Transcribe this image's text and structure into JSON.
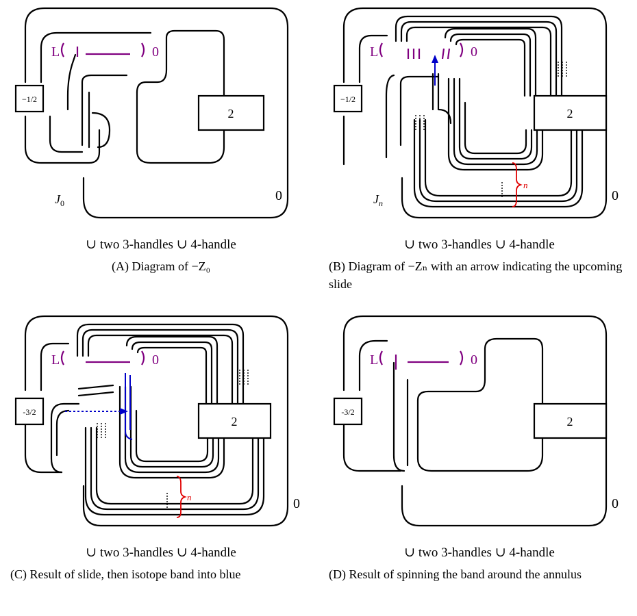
{
  "panels": {
    "a": {
      "box_left": "−1/2",
      "box_right": "2",
      "L": "L",
      "zero_top": "0",
      "zero_right": "0",
      "knot": "J",
      "knot_sub": "0",
      "union": "∪ two 3-handles ∪ 4-handle",
      "tag": "(A)",
      "caption": "Diagram of −Z₀"
    },
    "b": {
      "box_left": "−1/2",
      "box_right": "2",
      "L": "L",
      "zero_top": "0",
      "zero_right": "0",
      "knot": "J",
      "knot_sub": "n",
      "brace": "n",
      "union": "∪ two 3-handles ∪ 4-handle",
      "tag": "(B)",
      "caption": "Diagram of −Zₙ with an arrow indicating the upcoming slide"
    },
    "c": {
      "box_left": "-3/2",
      "box_right": "2",
      "L": "L",
      "zero_top": "0",
      "zero_right": "0",
      "brace": "n",
      "union": "∪ two 3-handles ∪ 4-handle",
      "tag": "(C)",
      "caption": "Result of slide, then isotope band into blue"
    },
    "d": {
      "box_left": "-3/2",
      "box_right": "2",
      "L": "L",
      "zero_top": "0",
      "zero_right": "0",
      "union": "∪ two 3-handles ∪ 4-handle",
      "tag": "(D)",
      "caption": "Result of spinning the band around the annulus"
    }
  },
  "colors": {
    "purple": "#800080",
    "blue": "#0000c8",
    "red": "#e00000",
    "ink": "#000000"
  }
}
